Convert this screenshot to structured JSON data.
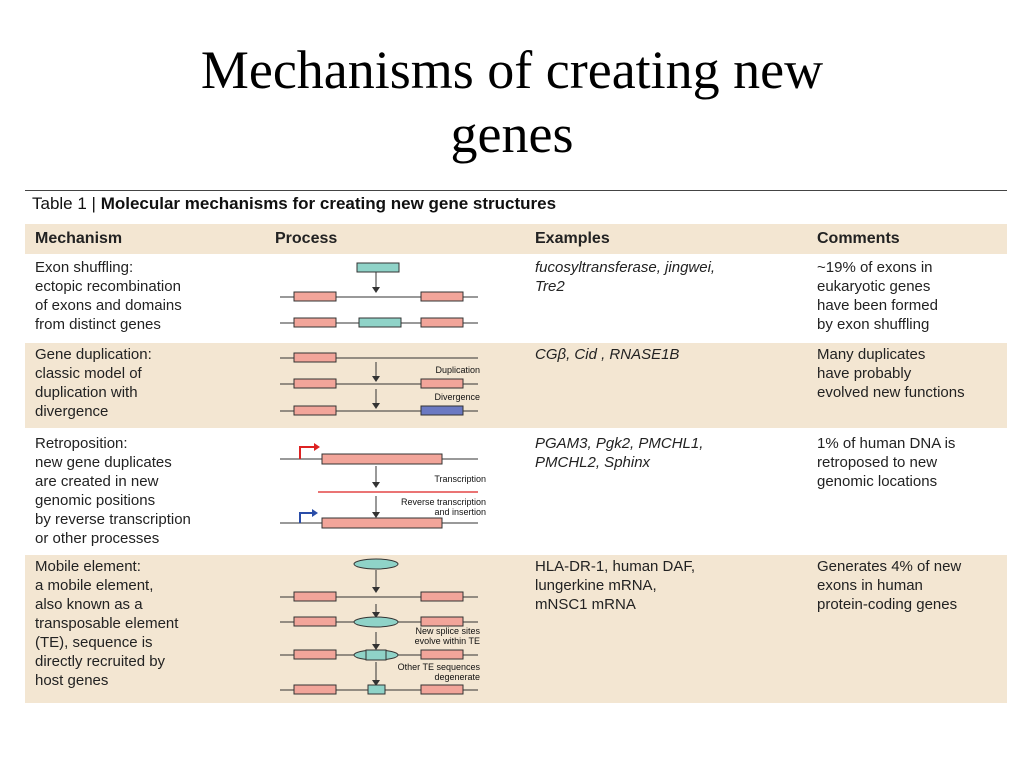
{
  "title": "Mechanisms of creating new\ngenes",
  "caption": {
    "prefix": "Table 1 | ",
    "bold": "Molecular mechanisms for creating new gene structures"
  },
  "headers": [
    "Mechanism",
    "Process",
    "Examples",
    "Comments"
  ],
  "rows": [
    {
      "mechanism": "Exon shuffling:\nectopic recombination\nof exons and domains\nfrom distinct genes",
      "examples": "fucosyltransferase, jingwei,\nTre2",
      "comments": "~19% of exons in\neukaryotic genes\nhave been formed\nby exon shuffling"
    },
    {
      "mechanism": "Gene duplication:\nclassic model of\nduplication with\ndivergence",
      "examples": "CGβ, Cid , RNASE1B",
      "comments": "Many duplicates\nhave probably\nevolved new functions"
    },
    {
      "mechanism": "Retroposition:\nnew gene duplicates\nare created in new\ngenomic positions\nby reverse transcription\nor other processes",
      "examples": "PGAM3, Pgk2, PMCHL1,\nPMCHL2, Sphinx",
      "comments": "1% of human DNA is\nretroposed to new\ngenomic locations"
    },
    {
      "mechanism": "Mobile element:\na mobile element,\nalso known as a\ntransposable element\n(TE), sequence is\ndirectly recruited by\nhost genes",
      "examples": "HLA-DR-1, human DAF,\nlungerkine mRNA,\nmNSC1 mRNA",
      "comments": "Generates 4% of new\nexons in human\nprotein-coding genes"
    }
  ],
  "diagram_labels": {
    "duplication": "Duplication",
    "divergence": "Divergence",
    "transcription": "Transcription",
    "reverse_transcription": "Reverse transcription\nand insertion",
    "new_splice": "New splice sites\nevolve within TE",
    "other_te": "Other TE sequences\ndegenerate"
  },
  "colors": {
    "exon": "#f2a59a",
    "te": "#8fd3c8",
    "diverged": "#6b79c2",
    "rna": "#d22",
    "promoter_red": "#d22",
    "promoter_blue": "#2a4da8"
  }
}
